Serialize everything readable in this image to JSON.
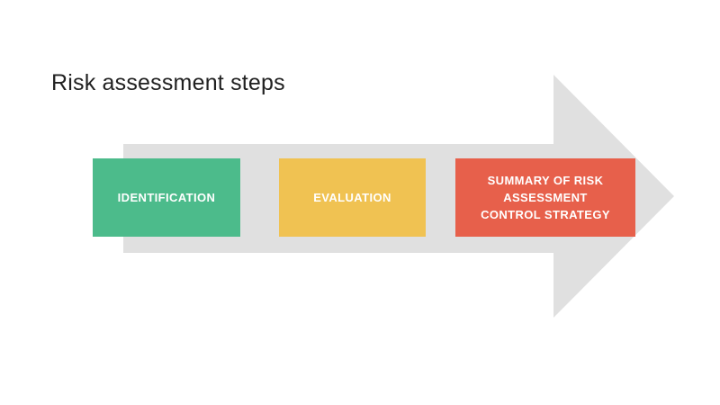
{
  "slide": {
    "background": "#ffffff",
    "title": {
      "text": "Risk assessment steps",
      "color": "#212121"
    }
  },
  "diagram": {
    "type": "process-arrow",
    "direction": "right",
    "arrow_color": "#e0e0e0",
    "steps": [
      {
        "id": "identification",
        "label": "IDENTIFICATION",
        "color": "#4cbb8b",
        "text_color": "#ffffff"
      },
      {
        "id": "evaluation",
        "label": "EVALUATION",
        "color": "#f0c252",
        "text_color": "#ffffff"
      },
      {
        "id": "summary-of-risk-assessment-control-strategy",
        "label": "SUMMARY OF RISK\nASSESSMENT\nCONTROL STRATEGY",
        "color": "#e7604b",
        "text_color": "#ffffff"
      }
    ]
  }
}
